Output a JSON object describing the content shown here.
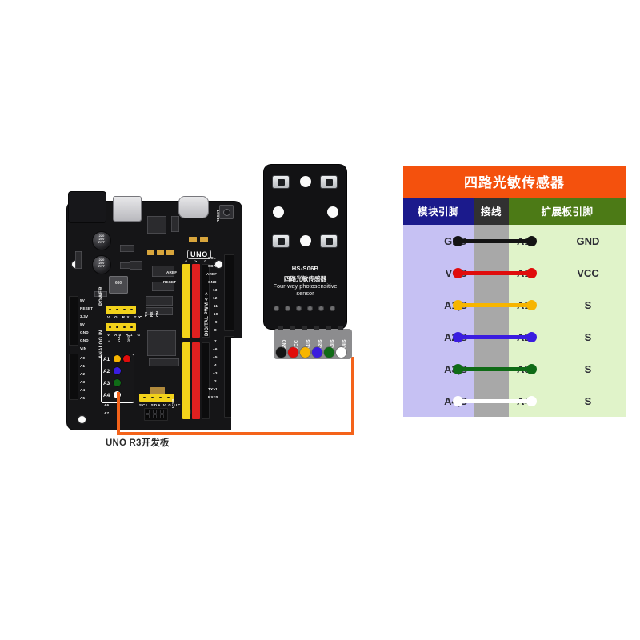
{
  "caption": {
    "board_label": "UNO R3开发板"
  },
  "board": {
    "silk_uno": "UNO",
    "power_header_title": "POWER",
    "analog_header_title": "ANALOG IN",
    "digital_header_title": "DIGITAL PWM <~>",
    "icsp_label": "ICSP",
    "reset_label": "RESET",
    "inductor_label": "680",
    "capacitors": [
      "220\n25V\nRVT",
      "220\n25V\nRVT"
    ],
    "power_pins": [
      "5V",
      "RESET",
      "3.3V",
      "5V",
      "GND",
      "GND",
      "VIN"
    ],
    "analog_pins": [
      "A0",
      "A1",
      "A2",
      "A3",
      "A4",
      "A5"
    ],
    "analog_extra_pins": [
      "A6",
      "A7"
    ],
    "digital_pins": [
      "SCL",
      "SDA",
      "AREF",
      "GND",
      "13",
      "12",
      "~11",
      "~10",
      "~9",
      "8",
      "7",
      "~6",
      "~5",
      "4",
      "~3",
      "2",
      "TX>1",
      "RX<0"
    ],
    "aref_label": "AREF",
    "reset_pin_label": "RESET",
    "serial_labels": [
      "TX",
      "RX",
      "ON",
      "L"
    ],
    "uart_header": [
      "V",
      "G",
      "RX",
      "TX"
    ],
    "grove_header": [
      "V",
      "A0",
      "A1",
      "G"
    ],
    "iic_header": [
      "SCL",
      "SDA",
      "V",
      "G",
      "IIC"
    ],
    "vcc_gnd_labels": [
      "S",
      "VCC",
      "GND"
    ],
    "highlight_rows": [
      {
        "label": "A1",
        "color": "#f7b500"
      },
      {
        "label": "A2",
        "color": "#3a1ce0"
      },
      {
        "label": "A3",
        "color": "#0f6b16"
      },
      {
        "label": "A4",
        "color": "#ffffff"
      }
    ],
    "highlight_top_dots": [
      {
        "color": "#f7b500"
      },
      {
        "color": "#e00c0c"
      },
      {
        "color": "#141414"
      }
    ]
  },
  "module": {
    "part_number": "HS-S06B",
    "name_cn": "四路光敏传感器",
    "name_en": "Four-way photosensitive sensor",
    "connector_pins": [
      {
        "label": "GND",
        "color": "#141414"
      },
      {
        "label": "VCC",
        "color": "#e00c0c"
      },
      {
        "label": "A1|S",
        "color": "#f7b500"
      },
      {
        "label": "A2|S",
        "color": "#3a1ce0"
      },
      {
        "label": "A3|S",
        "color": "#0f6b16"
      },
      {
        "label": "A4|S",
        "color": "#ffffff"
      }
    ]
  },
  "table": {
    "title": "四路光敏传感器",
    "title_color": "#f4510d",
    "headers": {
      "module_pin": "模块引脚",
      "wiring": "接线",
      "expansion_pin": "扩展板引脚"
    },
    "header_colors": {
      "module": "#1b1a8c",
      "wiring": "#313131",
      "expansion": "#4c7a16"
    },
    "body_colors": {
      "module": "#c6c1f3",
      "wiring": "#a8a8a8",
      "expansion": "#e0f3c9"
    },
    "rows": [
      {
        "module_pin": "GND",
        "wire_color": "#141414",
        "board_pin": "A1",
        "function": "GND"
      },
      {
        "module_pin": "VCC",
        "wire_color": "#e00c0c",
        "board_pin": "A1",
        "function": "VCC"
      },
      {
        "module_pin": "A1|S",
        "wire_color": "#f7b500",
        "board_pin": "A1",
        "function": "S"
      },
      {
        "module_pin": "A2|S",
        "wire_color": "#3a1ce0",
        "board_pin": "A2",
        "function": "S"
      },
      {
        "module_pin": "A3|S",
        "wire_color": "#0f6b16",
        "board_pin": "A3",
        "function": "S"
      },
      {
        "module_pin": "A4|S",
        "wire_color": "#ffffff",
        "board_pin": "A4",
        "function": "S"
      }
    ]
  },
  "lead_wire": {
    "color": "#f4631a"
  }
}
